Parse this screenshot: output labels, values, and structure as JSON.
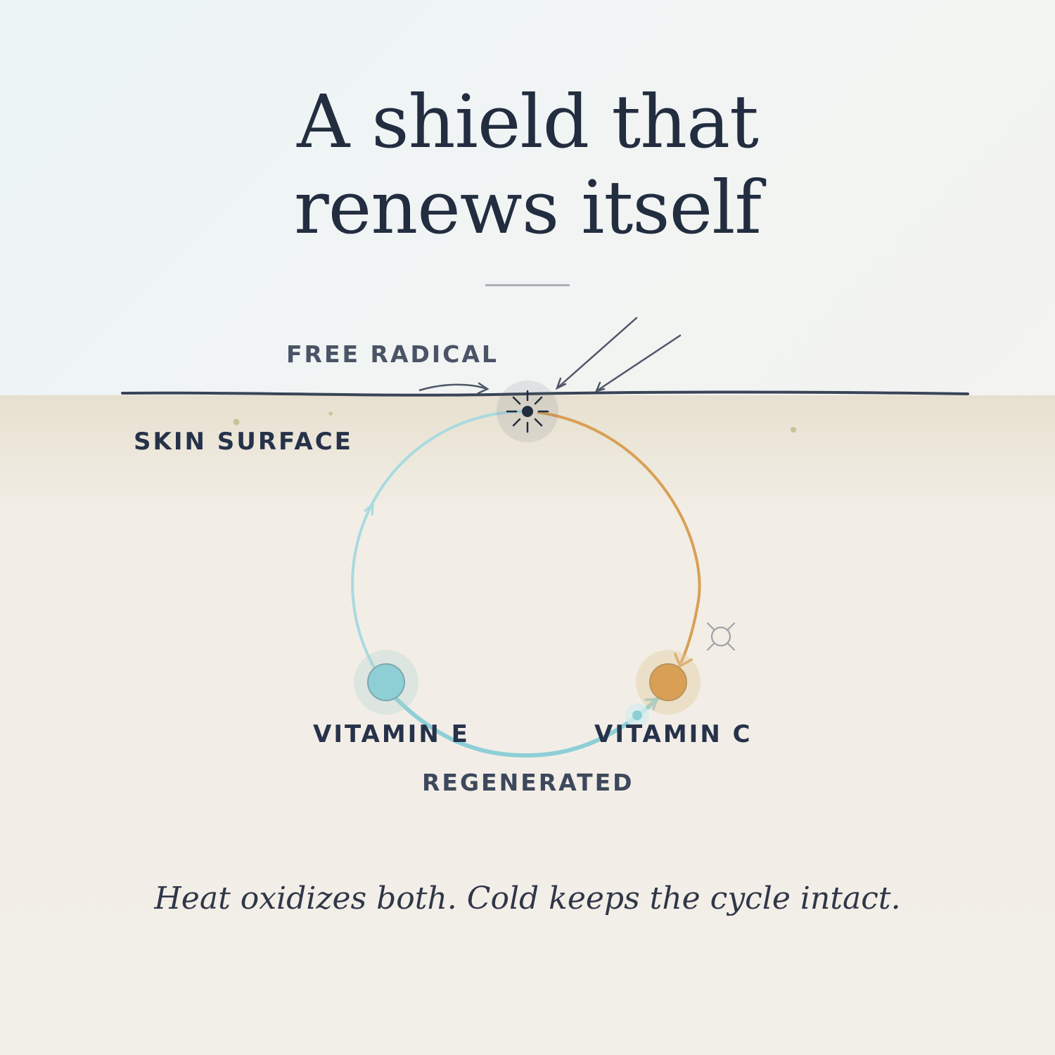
{
  "title": {
    "line1": "A shield that",
    "line2": "renews itself"
  },
  "labels": {
    "free_radical": "FREE RADICAL",
    "skin_surface": "SKIN SURFACE",
    "vitamin_e": "VITAMIN E",
    "vitamin_c": "VITAMIN C",
    "regenerated": "REGENERATED"
  },
  "caption": "Heat oxidizes both. Cold keeps the cycle intact.",
  "colors": {
    "ink": "#222d40",
    "vitamin_e": "#8ecfd6",
    "vitamin_c": "#d9a055",
    "skin": "#ede7da",
    "sky": "#eef3f4"
  },
  "icons": [
    "sun-burst-icon",
    "heat-off-icon"
  ]
}
